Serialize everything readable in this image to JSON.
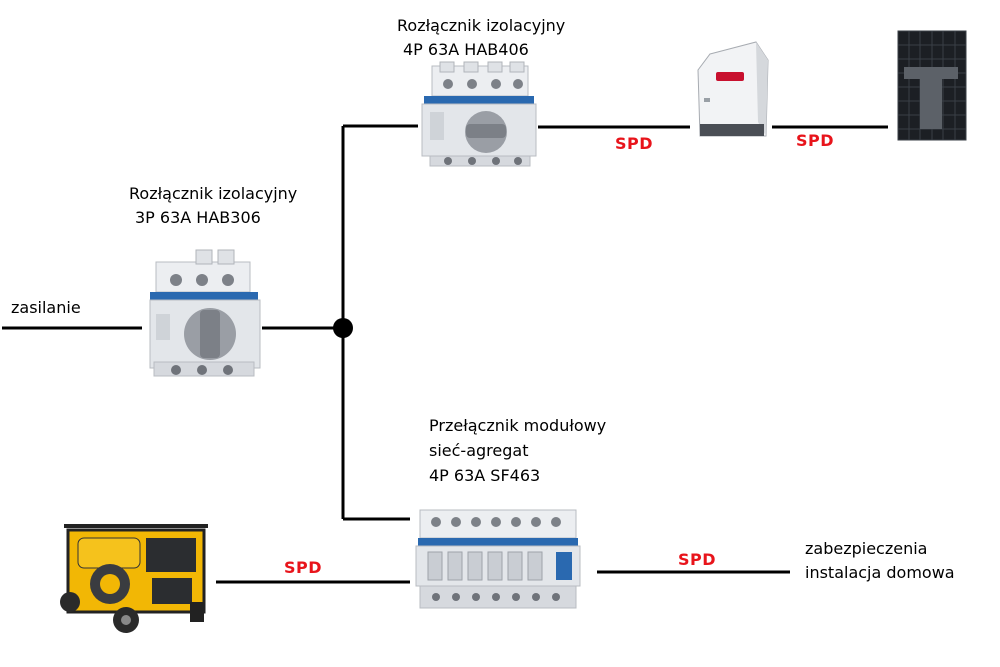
{
  "switch_hab406": {
    "line1": "Rozłącznik izolacyjny",
    "line2": "4P 63A HAB406"
  },
  "switch_hab306": {
    "line1": "Rozłącznik izolacyjny",
    "line2": "3P 63A HAB306"
  },
  "transfer_switch": {
    "line1": "Przełącznik modułowy",
    "line2": "sieć-agregat",
    "line3": "4P 63A SF463"
  },
  "supply_label": "zasilanie",
  "home_protection": {
    "line1": "zabezpieczenia",
    "line2": "instalacja domowa"
  },
  "spd_labels": {
    "inverter_side": "SPD",
    "panel_side": "SPD",
    "generator_side": "SPD",
    "home_side": "SPD"
  },
  "colors": {
    "spd_text": "#e8141b",
    "wire": "#000000",
    "switch_body": "#e4e6ea",
    "hager_blue": "#1f5fa8",
    "generator_yellow": "#f2b705",
    "inverter_red": "#c8102e",
    "panel_dark": "#1c1f24"
  }
}
